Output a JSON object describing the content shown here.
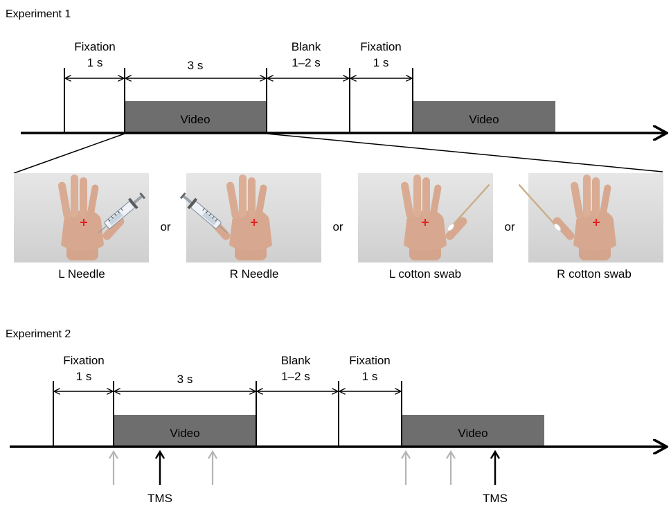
{
  "experiment1": {
    "title": "Experiment 1",
    "fixation1": {
      "label": "Fixation",
      "duration": "1 s"
    },
    "video_period": {
      "duration": "3 s"
    },
    "blank": {
      "label": "Blank",
      "duration": "1–2 s"
    },
    "fixation2": {
      "label": "Fixation",
      "duration": "1 s"
    },
    "video_label": "Video",
    "video2_label": "Video",
    "stimuli": [
      {
        "caption": "L Needle",
        "tool": "needle",
        "side": "left"
      },
      {
        "caption": "R Needle",
        "tool": "needle",
        "side": "right"
      },
      {
        "caption": "L cotton swab",
        "tool": "cotton swab",
        "side": "left"
      },
      {
        "caption": "R cotton swab",
        "tool": "cotton swab",
        "side": "right"
      }
    ],
    "separator": "or"
  },
  "experiment2": {
    "title": "Experiment 2",
    "fixation1": {
      "label": "Fixation",
      "duration": "1 s"
    },
    "video_period": {
      "duration": "3 s"
    },
    "blank": {
      "label": "Blank",
      "duration": "1–2 s"
    },
    "fixation2": {
      "label": "Fixation",
      "duration": "1 s"
    },
    "video_label": "Video",
    "video2_label": "Video",
    "tms_label": "TMS"
  },
  "colors": {
    "video_box": "#6e6e6e",
    "inactive_pulse": "#b4b4b4",
    "fixation_cross": "#e32020",
    "photo_background": "#dcdcdc"
  }
}
